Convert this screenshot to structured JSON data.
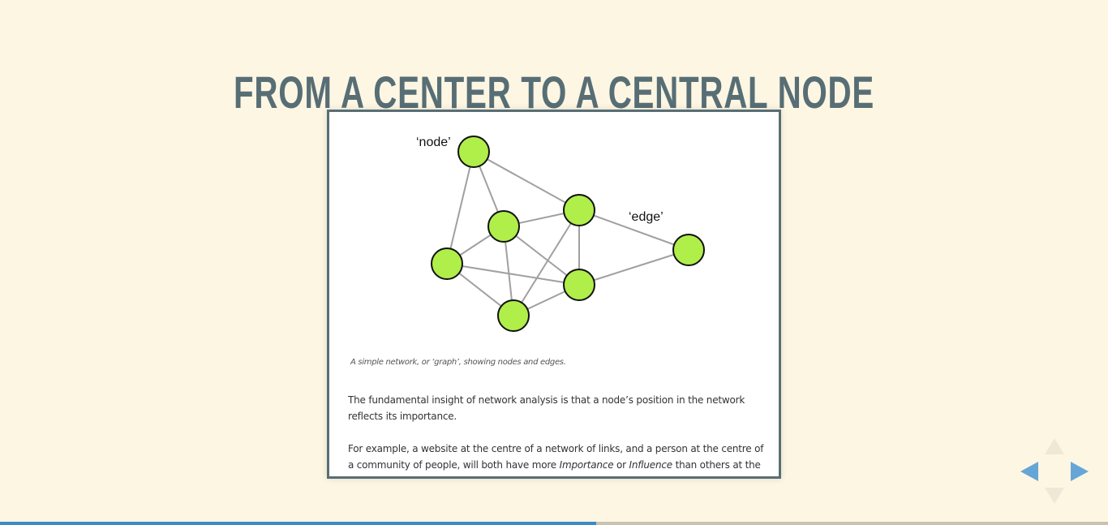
{
  "slide": {
    "title": "FROM A CENTER TO A CENTRAL NODE"
  },
  "figure": {
    "labels": {
      "node": "‘node’",
      "edge": "‘edge’"
    },
    "caption": "A simple network, or ‘graph’, showing nodes and edges.",
    "node_color": "#b0ee4a",
    "edge_color": "#a0a0a0"
  },
  "text": {
    "paragraph_1": "The fundamental insight of network analysis is that a node’s position in the network reflects its importance.",
    "paragraph_2_part_1": "For example, a website at the centre of a network of links, and a person at the centre of a community of people, will both have more ",
    "paragraph_2_em_1": "Importance",
    "paragraph_2_part_2": " or ",
    "paragraph_2_em_2": "Influence",
    "paragraph_2_part_3": " than others at the fringes."
  },
  "navigation": {
    "up_enabled": false,
    "down_enabled": false,
    "left_enabled": true,
    "right_enabled": true
  },
  "progress": {
    "fraction": 0.538
  }
}
